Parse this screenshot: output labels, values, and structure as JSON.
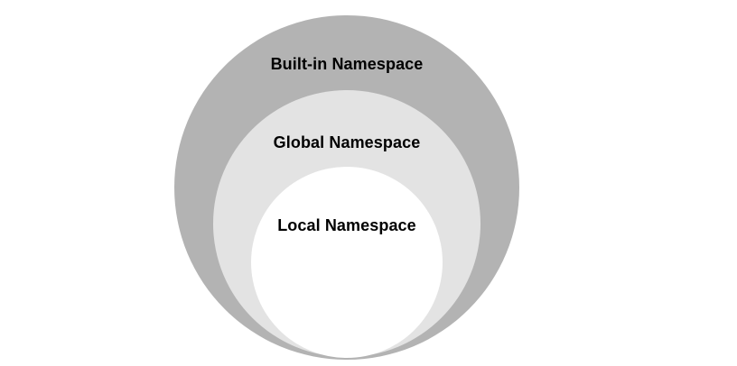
{
  "diagram": {
    "type": "nested-circles",
    "layers": [
      {
        "label": "Built-in Namespace",
        "fill": "#b3b3b3"
      },
      {
        "label": "Global Namespace",
        "fill": "#e3e3e3"
      },
      {
        "label": "Local Namespace",
        "fill": "#ffffff"
      }
    ]
  }
}
